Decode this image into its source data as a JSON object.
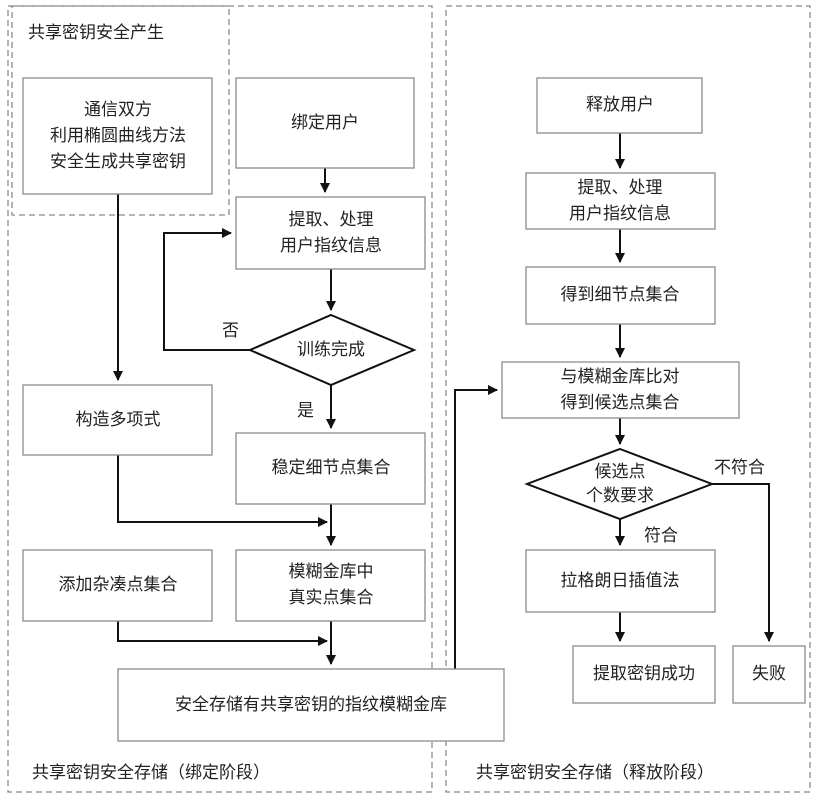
{
  "frames": {
    "key_generation": "共享密钥安全产生",
    "bind_stage": "共享密钥安全存储（绑定阶段）",
    "release_stage": "共享密钥安全存储（释放阶段）"
  },
  "nodes": {
    "generate_key": [
      "通信双方",
      "利用椭圆曲线方法",
      "安全生成共享密钥"
    ],
    "bind_user": [
      "绑定用户"
    ],
    "extract_bind": [
      "提取、处理",
      "用户指纹信息"
    ],
    "training_done": [
      "训练完成"
    ],
    "stable_minutiae": [
      "稳定细节点集合"
    ],
    "build_polynomial": [
      "构造多项式"
    ],
    "add_chaff": [
      "添加杂凑点集合"
    ],
    "vault_genuine": [
      "模糊金库中",
      "真实点集合"
    ],
    "secure_vault": [
      "安全存储有共享密钥的指纹模糊金库"
    ],
    "release_user": [
      "释放用户"
    ],
    "extract_release": [
      "提取、处理",
      "用户指纹信息"
    ],
    "get_minutiae": [
      "得到细节点集合"
    ],
    "compare_vault": [
      "与模糊金库比对",
      "得到候选点集合"
    ],
    "candidate_check": [
      "候选点",
      "个数要求"
    ],
    "lagrange": [
      "拉格朗日插值法"
    ],
    "key_success": [
      "提取密钥成功"
    ],
    "fail": [
      "失败"
    ]
  },
  "edge_labels": {
    "no": "否",
    "yes": "是",
    "match": "符合",
    "not_match": "不符合"
  }
}
